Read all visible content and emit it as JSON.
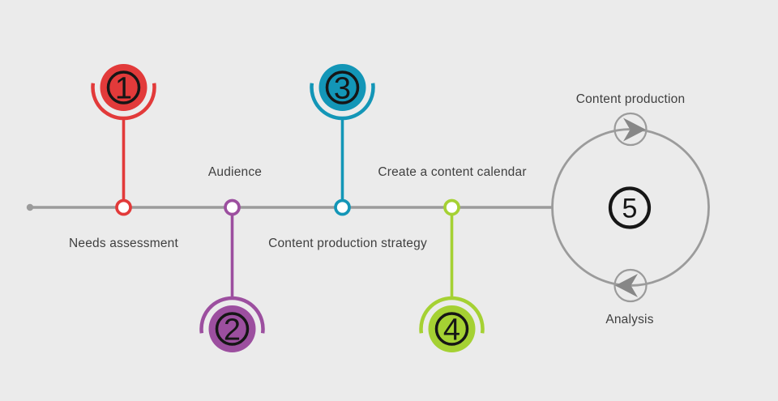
{
  "theme": {
    "background": "#ebebeb",
    "line_color": "#9b9b9b",
    "node_fill": "#ffffff",
    "ring_color": "#161616",
    "number_color": "#161616",
    "label_color": "#3f3f3f",
    "arrow_color": "#878787",
    "circle5_color": "#9b9b9b"
  },
  "steps": [
    {
      "number": "1",
      "label": "Needs assessment",
      "color": "#e23a3a",
      "label_position": "below"
    },
    {
      "number": "2",
      "label": "Audience",
      "color": "#9c4f9f",
      "label_position": "above"
    },
    {
      "number": "3",
      "label": "Content production strategy",
      "color": "#1396b7",
      "label_position": "below"
    },
    {
      "number": "4",
      "label": "Create a content calendar",
      "color": "#a5d133",
      "label_position": "above"
    },
    {
      "number": "5",
      "label_top": "Content production",
      "label_bottom": "Analysis",
      "color": "#9b9b9b",
      "icons": {
        "top": "arrow-right-icon",
        "bottom": "arrow-left-icon"
      }
    }
  ]
}
